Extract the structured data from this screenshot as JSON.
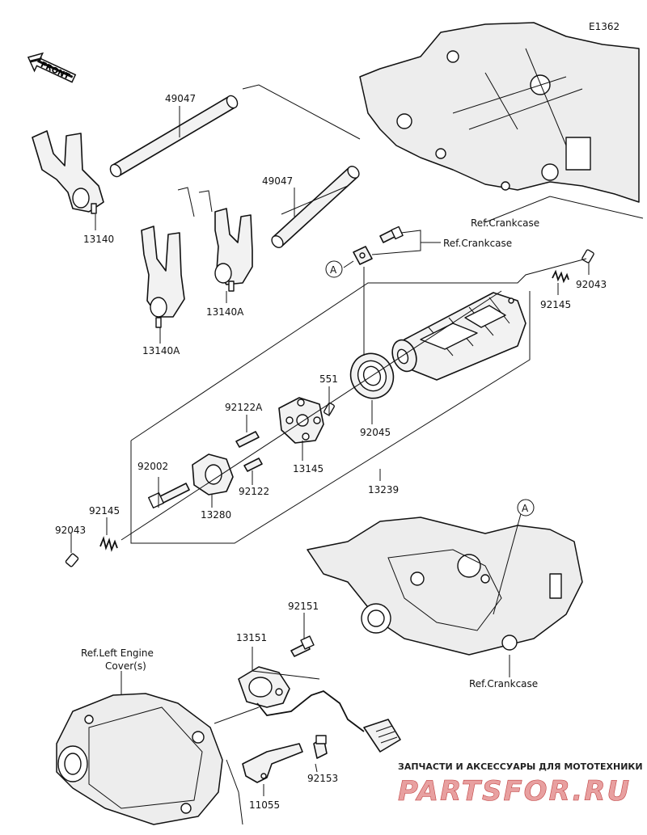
{
  "diagram_code": "E1362",
  "front_label": "FRONT",
  "callout_marker": "A",
  "labels": {
    "p49047a": "49047",
    "p49047b": "49047",
    "p13140": "13140",
    "p13140a_top": "13140A",
    "p13140a_bottom": "13140A",
    "ref_crankcase_top": "Ref.Crankcase",
    "ref_crankcase_mid": "Ref.Crankcase",
    "p92043_right": "92043",
    "p92145_right": "92145",
    "p551": "551",
    "p92045": "92045",
    "p92122a": "92122A",
    "p13145": "13145",
    "p92002": "92002",
    "p92122": "92122",
    "p13239": "13239",
    "p13280": "13280",
    "p92145_left": "92145",
    "p92043_left": "92043",
    "p92151": "92151",
    "p13151": "13151",
    "ref_left_cover_1": "Ref.Left Engine",
    "ref_left_cover_2": "Cover(s)",
    "ref_crankcase_bottom": "Ref.Crankcase",
    "p92153": "92153",
    "p11055": "11055"
  },
  "watermark": {
    "line1": "ЗАПЧАСТИ И АКСЕССУАРЫ ДЛЯ МОТОТЕХНИКИ",
    "line2": "PARTSFOR.RU"
  }
}
